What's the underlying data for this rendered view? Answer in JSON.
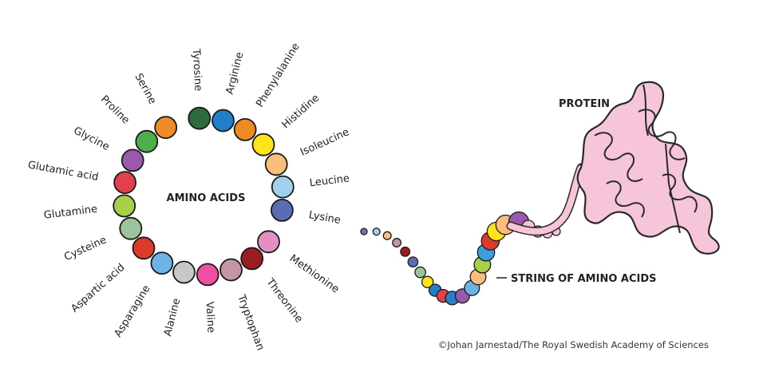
{
  "ring_label": "AMINO ACIDS",
  "string_label": "STRING OF AMINO ACIDS",
  "protein_label": "PROTEIN",
  "credit": "©Johan Jarnestad/The Royal Swedish Academy of Sciences",
  "amino_acids": [
    {
      "name": "Tyrosine",
      "color": "#2e6b3e"
    },
    {
      "name": "Arginine",
      "color": "#1f7fc9"
    },
    {
      "name": "Phenylalanine",
      "color": "#f08a24"
    },
    {
      "name": "Histidine",
      "color": "#ffe41a"
    },
    {
      "name": "Isoleucine",
      "color": "#fbbd7b"
    },
    {
      "name": "Leucine",
      "color": "#9fd1ee"
    },
    {
      "name": "Lysine",
      "color": "#5a6cb5"
    },
    {
      "name": "Methionine",
      "color": "#e48fbf"
    },
    {
      "name": "Threonine",
      "color": "#9c1c23"
    },
    {
      "name": "Tryptophan",
      "color": "#c595a4"
    },
    {
      "name": "Valine",
      "color": "#ee4fa0"
    },
    {
      "name": "Alanine",
      "color": "#c8c8c8"
    },
    {
      "name": "Asparagine",
      "color": "#6db3e6"
    },
    {
      "name": "Aspartic acid",
      "color": "#db3b28"
    },
    {
      "name": "Cysteine",
      "color": "#9cc49c"
    },
    {
      "name": "Glutamine",
      "color": "#a7cf4a"
    },
    {
      "name": "Glutamic acid",
      "color": "#e2414c"
    },
    {
      "name": "Glycine",
      "color": "#9a59aa"
    },
    {
      "name": "Proline",
      "color": "#4caf4b"
    },
    {
      "name": "Serine",
      "color": "#f08b2a"
    }
  ],
  "string_colors": [
    "#7d6ab8",
    "#9fd1ee",
    "#fbbd7b",
    "#c595a4",
    "#9c1c23",
    "#5a6cb5",
    "#9cc49c",
    "#ffe41a",
    "#1f7fc9",
    "#e2414c",
    "#2a7fc9",
    "#9a59aa",
    "#6db3e6",
    "#fbbd7b",
    "#a7cf4a",
    "#3b9fd8",
    "#db3b28",
    "#ffe41a",
    "#fbbd7b",
    "#9a59aa"
  ],
  "colors": {
    "outline": "#1a1a1a",
    "protein_fill": "#f6c5d9",
    "protein_stroke": "#2a2a2a"
  }
}
